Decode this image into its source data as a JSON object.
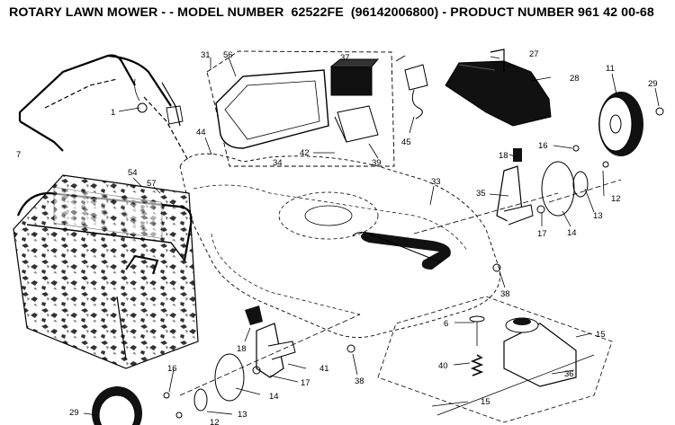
{
  "header": {
    "title_prefix": "ROTARY LAWN MOWER - - MODEL NUMBER",
    "model_number": "62522FE",
    "title_suffix": "(96142006800) - PRODUCT NUMBER 961 42 00-68"
  },
  "parts": [
    {
      "id": "p31",
      "text": "31"
    },
    {
      "id": "p56",
      "text": "56"
    },
    {
      "id": "p37",
      "text": "37"
    },
    {
      "id": "p27",
      "text": "27"
    },
    {
      "id": "p28",
      "text": "28"
    },
    {
      "id": "p11",
      "text": "11"
    },
    {
      "id": "p29a",
      "text": "29"
    },
    {
      "id": "p1",
      "text": "1"
    },
    {
      "id": "p7",
      "text": "7"
    },
    {
      "id": "p44",
      "text": "44"
    },
    {
      "id": "p34",
      "text": "34"
    },
    {
      "id": "p42",
      "text": "42"
    },
    {
      "id": "p39",
      "text": "39"
    },
    {
      "id": "p45",
      "text": "45"
    },
    {
      "id": "p18a",
      "text": "18"
    },
    {
      "id": "p16a",
      "text": "16"
    },
    {
      "id": "p54",
      "text": "54"
    },
    {
      "id": "p57",
      "text": "57"
    },
    {
      "id": "p33",
      "text": "33"
    },
    {
      "id": "p35",
      "text": "35"
    },
    {
      "id": "p12",
      "text": "12"
    },
    {
      "id": "p13a",
      "text": "13"
    },
    {
      "id": "p17a",
      "text": "17"
    },
    {
      "id": "p14a",
      "text": "14"
    },
    {
      "id": "p38a",
      "text": "38"
    },
    {
      "id": "p6",
      "text": "6"
    },
    {
      "id": "p15a",
      "text": "15"
    },
    {
      "id": "p18b",
      "text": "18"
    },
    {
      "id": "p40",
      "text": "40"
    },
    {
      "id": "p41",
      "text": "41"
    },
    {
      "id": "p16b",
      "text": "16"
    },
    {
      "id": "p36",
      "text": "36"
    },
    {
      "id": "p38b",
      "text": "38"
    },
    {
      "id": "p17b",
      "text": "17"
    },
    {
      "id": "p14b",
      "text": "14"
    },
    {
      "id": "p15b",
      "text": "15"
    },
    {
      "id": "p29b",
      "text": "29"
    },
    {
      "id": "p13b",
      "text": "13"
    },
    {
      "id": "p12b",
      "text": "12"
    }
  ]
}
